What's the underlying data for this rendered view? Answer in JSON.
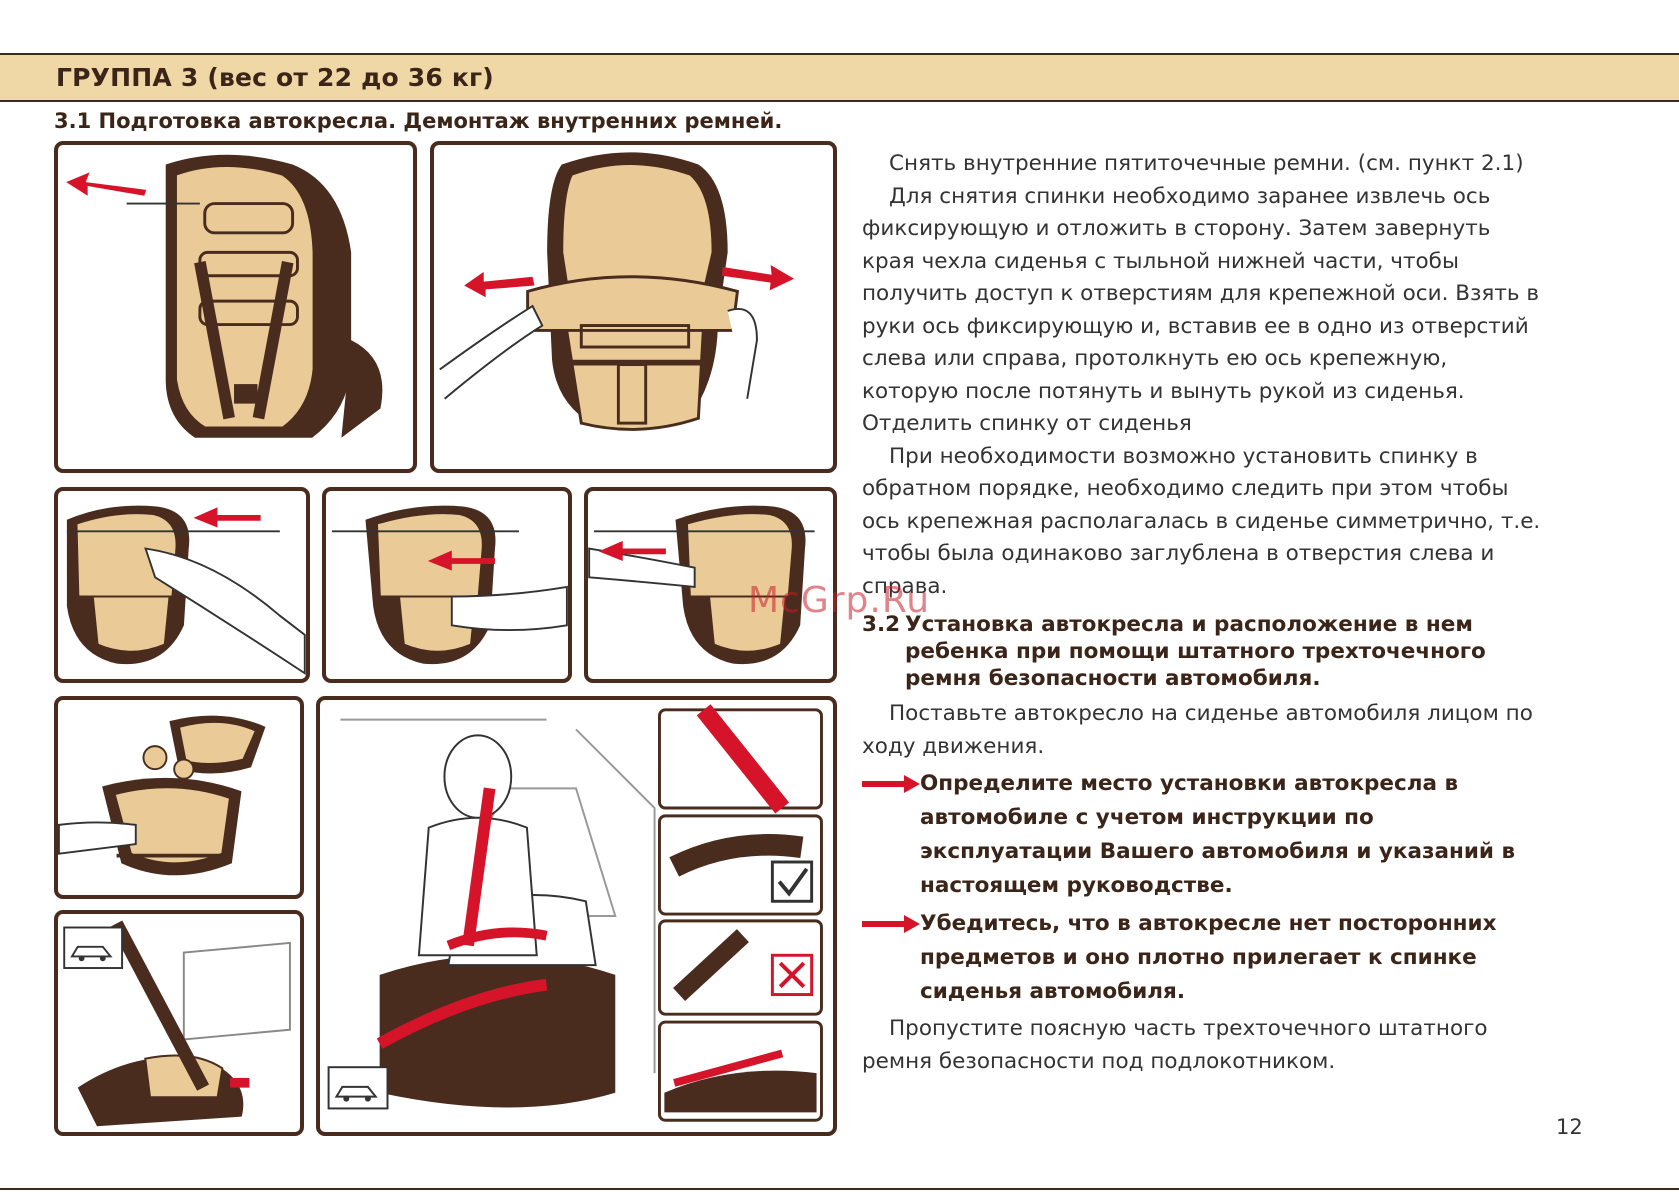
{
  "header": {
    "title": "ГРУППА 3 (вес от 22 до 36 кг)"
  },
  "section1": {
    "title": "3.1 Подготовка автокресла. Демонтаж внутренних ремней.",
    "paragraphs": [
      "Снять внутренние пятиточечные ремни. (см. пункт 2.1)",
      "Для снятия спинки необходимо заранее извлечь ось фиксирующую и отложить в сторону. Затем завернуть края чехла сиденья с тыльной нижней части, чтобы получить доступ к отверстиям для крепежной оси. Взять в руки ось фиксирующую и, вставив ее в одно из отверстий слева или справа, протолкнуть ею ось крепежную, которую после потянуть и вынуть рукой из сиденья. Отделить спинку от сиденья",
      "При необходимости возможно установить спинку в обратном порядке, необходимо следить при этом чтобы ось крепежная располагалась в сиденье симметрично, т.е. чтобы была одинаково заглублена в отверстия слева и справа."
    ]
  },
  "section2": {
    "number": "3.2",
    "title": "Установка автокресла и расположение в нем ребенка при помощи штатного трехточечного ремня безопасности автомобиля.",
    "intro": "Поставьте автокресло на сиденье автомобиля лицом по ходу движения.",
    "bullets": [
      "Определите место установки автокресла в автомобиле с учетом инструкции по эксплуатации Вашего автомобиля и указаний в настоящем руководстве.",
      "Убедитесь, что в автокресле нет посторонних предметов и оно плотно прилегает к спинке сиденья автомобиля."
    ],
    "outro": "Пропустите поясную часть трехточечного штатного ремня безопасности под подлокотником."
  },
  "watermark": "McGrp.Ru",
  "page_number": "12",
  "colors": {
    "header_band": "#f0d7a6",
    "dark_brown": "#4a2c1e",
    "seat_tan": "#eacb98",
    "accent_red": "#d5142a"
  },
  "icons": [
    "car-forward-icon",
    "check-icon",
    "cross-icon",
    "red-arrow-icon"
  ]
}
